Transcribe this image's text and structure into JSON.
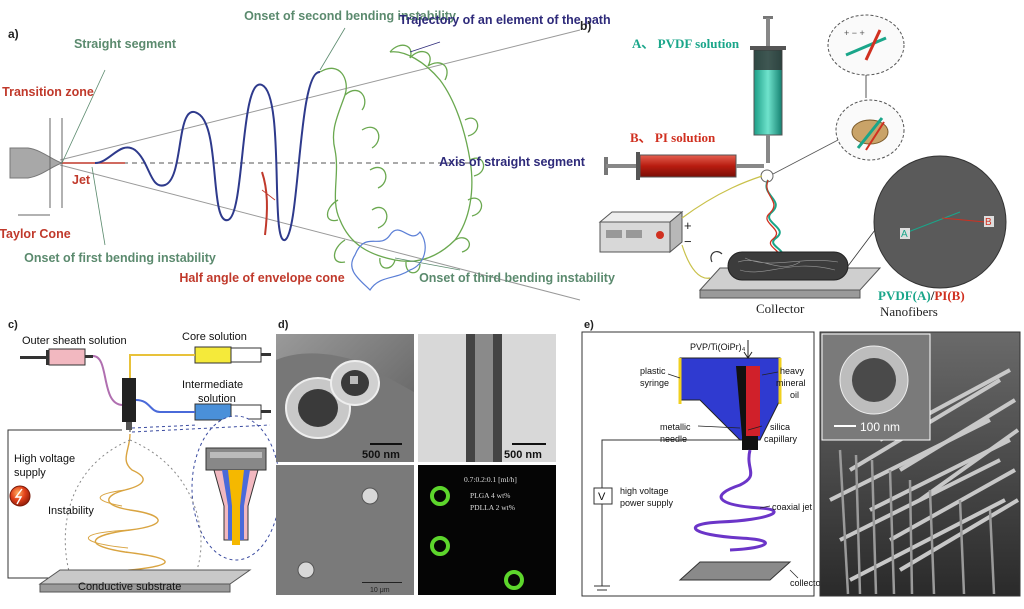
{
  "panels": {
    "a": {
      "letter": "a)",
      "labels": {
        "transition_zone": "Transition zone",
        "straight_segment": "Straight segment",
        "onset_second": "Onset of second bending instability",
        "trajectory": "Trajectory of an element of the path",
        "axis_straight": "Axis of straight segment",
        "jet": "Jet",
        "taylor_cone": "Taylor Cone",
        "onset_first": "Onset of first bending instability",
        "half_angle": "Half angle of envelope cone",
        "onset_third": "Onset of third bending instability"
      }
    },
    "b": {
      "letter": "b)",
      "labels": {
        "pvdf_solution": "A、 PVDF solution",
        "pi_solution": "B、 PI solution",
        "collector": "Collector",
        "pvdf_a": "PVDF(A)",
        "slash": "/",
        "pi_b": "PI(B)",
        "nanofibers": "Nanofibers",
        "a_marker": "A",
        "b_marker": "B",
        "plus": "+",
        "minus": "−"
      }
    },
    "c": {
      "letter": "c)",
      "labels": {
        "outer_sheath": "Outer sheath solution",
        "core_solution": "Core solution",
        "intermediate_1": "Intermediate",
        "intermediate_2": "solution",
        "high_voltage_1": "High voltage",
        "high_voltage_2": "supply",
        "instability": "Instability",
        "conductive": "Conductive substrate"
      }
    },
    "d": {
      "letter": "d)",
      "labels": {
        "scale1": "500 nm",
        "scale2": "500 nm",
        "scale3": "10 μm",
        "flow": "0.7:0.2:0.1 [ml/h]",
        "plga": "PLGA 4 wt%",
        "pdlla": "PDLLA 2 wt%"
      }
    },
    "e": {
      "letter": "e)",
      "labels": {
        "pvp": "PVP/Ti(OiPr)₄",
        "plastic_syringe_1": "plastic",
        "plastic_syringe_2": "syringe",
        "heavy_1": "heavy",
        "heavy_2": "mineral",
        "heavy_3": "oil",
        "metallic_1": "metallic",
        "metallic_2": "needle",
        "silica_1": "silica",
        "silica_2": "capillary",
        "v": "V",
        "hv_1": "high voltage",
        "hv_2": "power supply",
        "coaxial": "coaxial jet",
        "collector": "collector",
        "scale": "100 nm"
      }
    }
  },
  "colors": {
    "red_label": "#c0392b",
    "green_label": "#5b8a6e",
    "navy_label": "#2e2a7a",
    "helix_navy": "#2e3a8c",
    "helix_green": "#6aa84f",
    "helix_blue": "#5b7fd6",
    "pvdf_green": "#1aa68a",
    "pi_red": "#d03020",
    "fiber_gold": "#d9a441"
  }
}
